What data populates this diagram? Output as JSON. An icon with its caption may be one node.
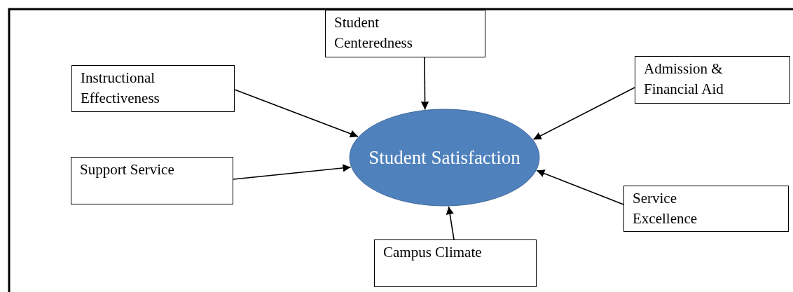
{
  "diagram": {
    "nodes": [
      {
        "text": [
          "Student Centeredness"
        ]
      },
      {
        "text": [
          "Instructional Effectiveness"
        ]
      },
      {
        "text": [
          "Admission & Financial Aid"
        ]
      },
      {
        "text": [
          "Support Service"
        ]
      },
      {
        "text": [
          "Student Satisfaction"
        ]
      },
      {
        "text": [
          "Service Excellence"
        ]
      },
      {
        "text": [
          "Campus Climate"
        ]
      }
    ],
    "edges": [
      {
        "from": 0,
        "to": 4,
        "arrow": "to"
      },
      {
        "from": 1,
        "to": 4,
        "arrow": "to"
      },
      {
        "from": 2,
        "to": 4,
        "arrow": "to"
      },
      {
        "from": 3,
        "to": 4,
        "arrow": "to"
      },
      {
        "from": 5,
        "to": 4,
        "arrow": "to"
      },
      {
        "from": 6,
        "to": 4,
        "arrow": "to"
      }
    ]
  }
}
